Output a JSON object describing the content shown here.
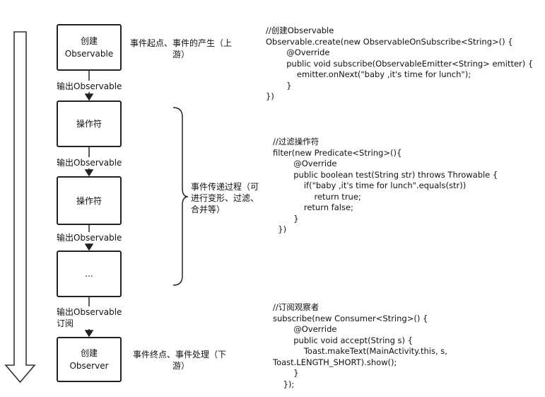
{
  "boxes": [
    {
      "lines": [
        "创建",
        "Observable"
      ]
    },
    {
      "lines": [
        "操作符"
      ]
    },
    {
      "lines": [
        "操作符"
      ]
    },
    {
      "lines": [
        "..."
      ]
    },
    {
      "lines": [
        "创建",
        "Observer"
      ]
    }
  ],
  "flow_labels": [
    {
      "lines": [
        "输出Observable"
      ]
    },
    {
      "lines": [
        "输出Observable"
      ]
    },
    {
      "lines": [
        "输出Observable"
      ]
    },
    {
      "lines": [
        "输出Observable",
        "订阅"
      ]
    }
  ],
  "notes": {
    "start": [
      "事件起点、事件的产生（上",
      "游）"
    ],
    "middle": [
      "事件传递过程（可",
      "进行变形、过滤、",
      "合并等）"
    ],
    "end": [
      "事件终点、事件处理（下",
      "游）"
    ]
  },
  "code_blocks": {
    "create": [
      "//创建Observable",
      "Observable.create(new ObservableOnSubscribe<String>() {",
      "        @Override",
      "        public void subscribe(ObservableEmitter<String> emitter) {",
      "            emitter.onNext(\"baby ,it's time for lunch\");",
      "        }",
      "})"
    ],
    "filter": [
      "//过滤操作符",
      "filter(new Predicate<String>(){",
      "",
      "        @Override",
      "        public boolean test(String str) throws Throwable {",
      "            if(\"baby ,it's time for lunch\".equals(str))",
      "                return true;",
      "            return false;",
      "        }",
      "  })"
    ],
    "subscribe": [
      "//订阅观察者",
      "subscribe(new Consumer<String>() {",
      "        @Override",
      "        public void accept(String s) {",
      "            Toast.makeText(MainActivity.this, s,",
      "Toast.LENGTH_SHORT).show();",
      "        }",
      "    });"
    ]
  }
}
